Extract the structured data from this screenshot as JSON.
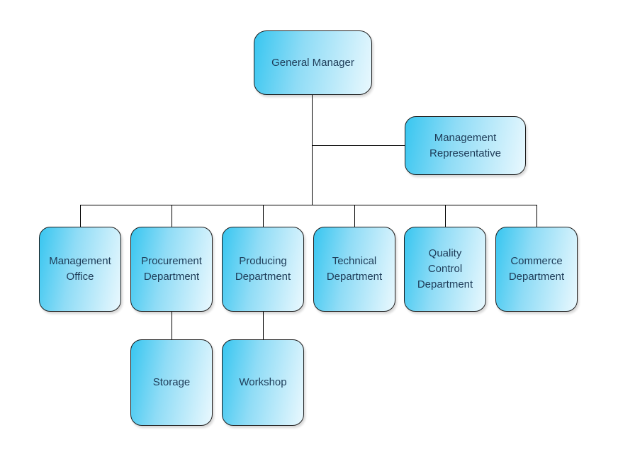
{
  "diagram": {
    "type": "org-chart",
    "background": "#ffffff",
    "nodes": {
      "general_manager": {
        "label": "General Manager"
      },
      "management_representative": {
        "label": "Management Representative"
      },
      "management_office": {
        "label": "Management Office"
      },
      "procurement_department": {
        "label": "Procurement Department"
      },
      "producing_department": {
        "label": "Producing Department"
      },
      "technical_department": {
        "label": "Technical Department"
      },
      "quality_control_department": {
        "label": "Quality Control Department"
      },
      "commerce_department": {
        "label": "Commerce Department"
      },
      "storage": {
        "label": "Storage"
      },
      "workshop": {
        "label": "Workshop"
      }
    },
    "hierarchy": {
      "root": "general_manager",
      "edges": [
        [
          "general_manager",
          "management_representative"
        ],
        [
          "general_manager",
          "management_office"
        ],
        [
          "general_manager",
          "procurement_department"
        ],
        [
          "general_manager",
          "producing_department"
        ],
        [
          "general_manager",
          "technical_department"
        ],
        [
          "general_manager",
          "quality_control_department"
        ],
        [
          "general_manager",
          "commerce_department"
        ],
        [
          "procurement_department",
          "storage"
        ],
        [
          "producing_department",
          "workshop"
        ]
      ]
    },
    "colors": {
      "box_gradient_start": "#38c6f0",
      "box_gradient_end": "#e9f8fe",
      "box_border": "#1c1c1c",
      "text": "#1e3c58",
      "connector": "#000000"
    }
  }
}
